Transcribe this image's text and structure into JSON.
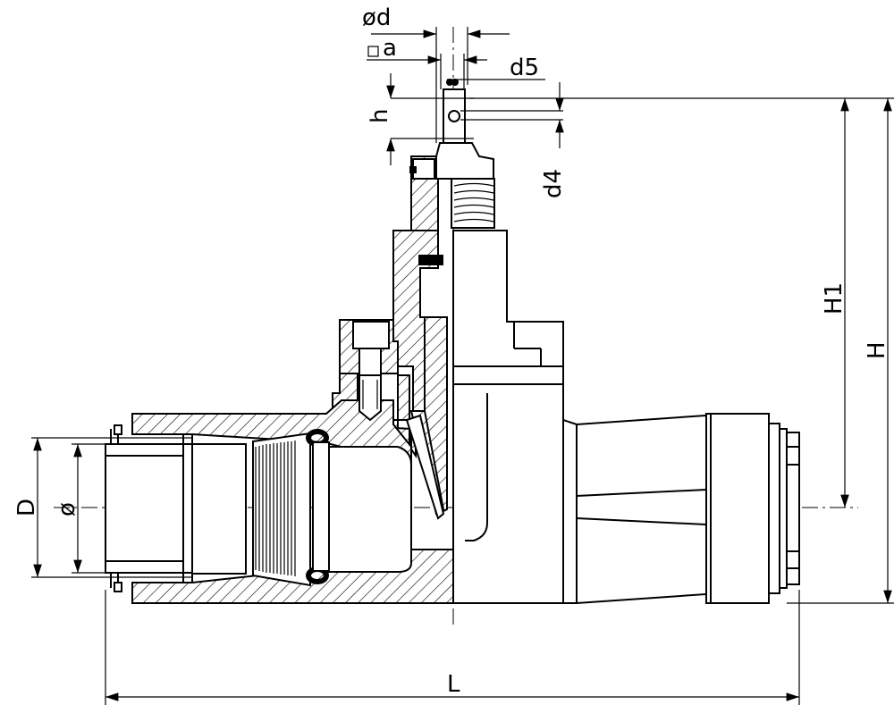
{
  "labels": {
    "od": "ød",
    "sq_a": "a",
    "d5": "d5",
    "h": "h",
    "d4": "d4",
    "H1": "H1",
    "H": "H",
    "D": "D",
    "o": "ø",
    "L": "L"
  }
}
